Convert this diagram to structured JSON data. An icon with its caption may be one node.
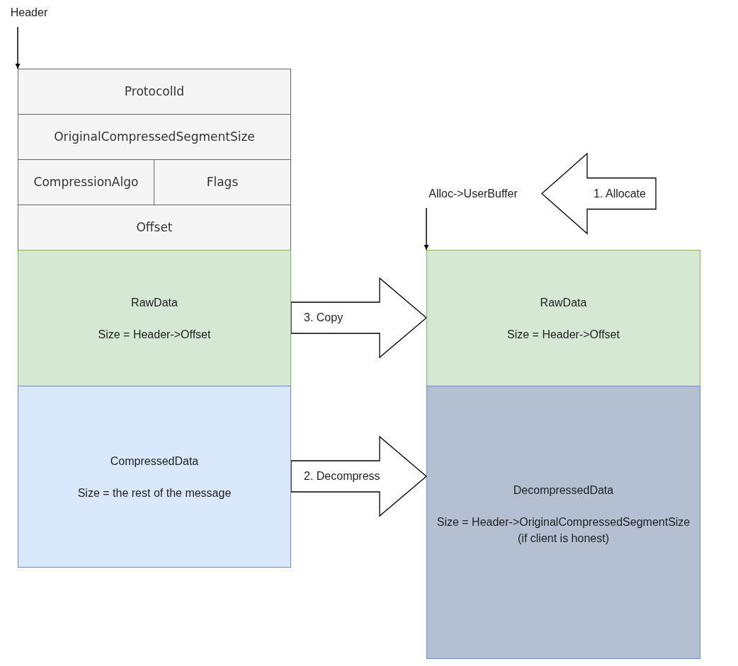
{
  "diagram": {
    "nodes": [
      {
        "text": [
          "Header"
        ]
      },
      {
        "text": [
          "ProtocolId"
        ]
      },
      {
        "text": [
          "OriginalCompressedSegmentSize"
        ]
      },
      {
        "text": [
          "CompressionAlgo"
        ]
      },
      {
        "text": [
          "Flags"
        ]
      },
      {
        "text": [
          "Offset"
        ]
      },
      {
        "text": [
          "RawData",
          "Size = Header->Offset"
        ]
      },
      {
        "text": [
          "CompressedData",
          "Size = the rest of the message"
        ]
      },
      {
        "text": [
          "Alloc->UserBuffer"
        ]
      },
      {
        "text": [
          "1. Allocate"
        ]
      },
      {
        "text": [
          "RawData",
          "Size = Header->Offset"
        ]
      },
      {
        "text": [
          "DecompressedData",
          "Size = Header->OriginalCompressedSegmentSize (if client is honest)"
        ]
      }
    ],
    "edges": [
      {
        "from": 0,
        "to": 1,
        "arrow": "to"
      },
      {
        "from": 8,
        "to": 10,
        "arrow": "to"
      },
      {
        "from": 6,
        "to": 10,
        "arrow": "to",
        "label": "3. Copy",
        "style": "thick"
      },
      {
        "from": 7,
        "to": 11,
        "arrow": "to",
        "label": "2. Decompress",
        "style": "thick"
      }
    ]
  }
}
